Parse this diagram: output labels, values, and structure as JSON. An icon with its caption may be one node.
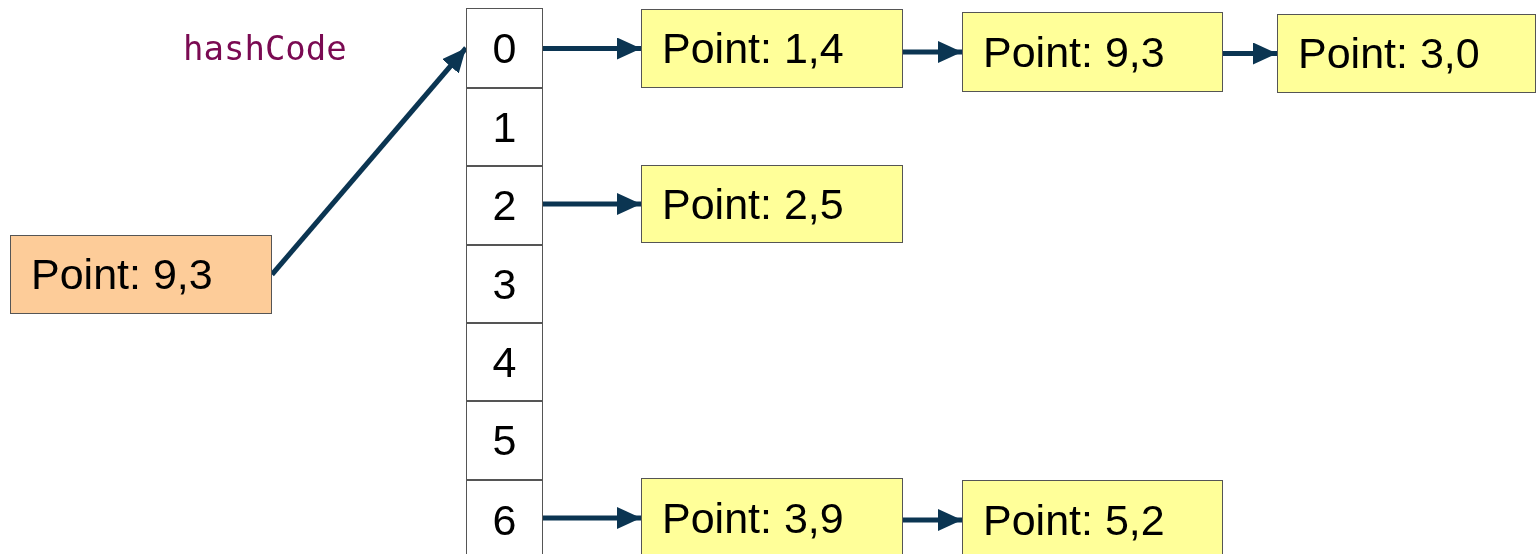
{
  "diagram": {
    "nodes": [
      {
        "text": [
          "Point: 9,3"
        ]
      },
      {
        "text": [
          "0"
        ]
      },
      {
        "text": [
          "1"
        ]
      },
      {
        "text": [
          "2"
        ]
      },
      {
        "text": [
          "3"
        ]
      },
      {
        "text": [
          "4"
        ]
      },
      {
        "text": [
          "5"
        ]
      },
      {
        "text": [
          "6"
        ]
      },
      {
        "text": [
          "Point: 1,4"
        ]
      },
      {
        "text": [
          "Point: 9,3"
        ]
      },
      {
        "text": [
          "Point: 3,0"
        ]
      },
      {
        "text": [
          "Point: 2,5"
        ]
      },
      {
        "text": [
          "Point: 3,9"
        ]
      },
      {
        "text": [
          "Point: 5,2"
        ]
      }
    ],
    "edges": [
      {
        "from": 0,
        "to": 1,
        "arrow": "to",
        "label": "hashCode"
      },
      {
        "from": 1,
        "to": 8,
        "arrow": "to"
      },
      {
        "from": 8,
        "to": 9,
        "arrow": "to"
      },
      {
        "from": 9,
        "to": 10,
        "arrow": "to"
      },
      {
        "from": 3,
        "to": 11,
        "arrow": "to"
      },
      {
        "from": 7,
        "to": 12,
        "arrow": "to"
      },
      {
        "from": 12,
        "to": 13,
        "arrow": "to"
      }
    ]
  }
}
